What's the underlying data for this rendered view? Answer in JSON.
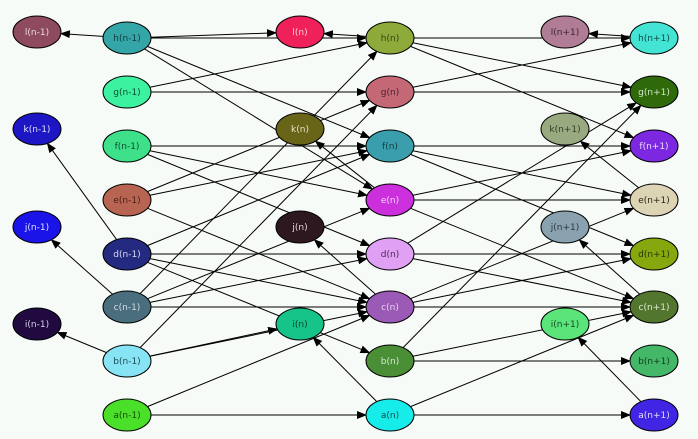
{
  "colors": {
    "background": "#f7fbf7",
    "edge": "#000000"
  },
  "nodes": [
    {
      "id": "l_nm1",
      "label": "l(n-1)",
      "fill": "#8e4a5e",
      "text": "#e8dde0"
    },
    {
      "id": "k_nm1",
      "label": "k(n-1)",
      "fill": "#1c16c4",
      "text": "#dfe0ff"
    },
    {
      "id": "j_nm1",
      "label": "j(n-1)",
      "fill": "#1a14e8",
      "text": "#dfe0ff"
    },
    {
      "id": "i_nm1",
      "label": "i(n-1)",
      "fill": "#200a40",
      "text": "#d8d0e8"
    },
    {
      "id": "h_nm1",
      "label": "h(n-1)",
      "fill": "#35a6a8",
      "text": "#123a3a"
    },
    {
      "id": "g_nm1",
      "label": "g(n-1)",
      "fill": "#3cf2a0",
      "text": "#0e4a2e"
    },
    {
      "id": "f_nm1",
      "label": "f(n-1)",
      "fill": "#3ee08a",
      "text": "#0e4a2e"
    },
    {
      "id": "e_nm1",
      "label": "e(n-1)",
      "fill": "#b86452",
      "text": "#4a2018"
    },
    {
      "id": "d_nm1",
      "label": "d(n-1)",
      "fill": "#242a80",
      "text": "#d8dcf0"
    },
    {
      "id": "c_nm1",
      "label": "c(n-1)",
      "fill": "#4a6e7e",
      "text": "#d0dce2"
    },
    {
      "id": "b_nm1",
      "label": "b(n-1)",
      "fill": "#86e4f4",
      "text": "#1e4a54"
    },
    {
      "id": "a_nm1",
      "label": "a(n-1)",
      "fill": "#4ae02a",
      "text": "#164a0a"
    },
    {
      "id": "l_n",
      "label": "l(n)",
      "fill": "#f0205a",
      "text": "#f8d0dc"
    },
    {
      "id": "k_n",
      "label": "k(n)",
      "fill": "#686418",
      "text": "#e8e6c8"
    },
    {
      "id": "j_n",
      "label": "j(n)",
      "fill": "#2e1820",
      "text": "#e6d8dc"
    },
    {
      "id": "i_n",
      "label": "i(n)",
      "fill": "#16c48a",
      "text": "#0a4230"
    },
    {
      "id": "h_n",
      "label": "h(n)",
      "fill": "#8eaa3a",
      "text": "#344214"
    },
    {
      "id": "g_n",
      "label": "g(n)",
      "fill": "#c46876",
      "text": "#4a2028"
    },
    {
      "id": "f_n",
      "label": "f(n)",
      "fill": "#3a9eac",
      "text": "#123c42"
    },
    {
      "id": "e_n",
      "label": "e(n)",
      "fill": "#cc30dc",
      "text": "#f4d8f8"
    },
    {
      "id": "d_n",
      "label": "d(n)",
      "fill": "#e0a0f4",
      "text": "#4a2856"
    },
    {
      "id": "c_n",
      "label": "c(n)",
      "fill": "#9a5ab6",
      "text": "#e6d6ee"
    },
    {
      "id": "b_n",
      "label": "b(n)",
      "fill": "#4a8e36",
      "text": "#d6ead0"
    },
    {
      "id": "a_n",
      "label": "a(n)",
      "fill": "#16ecea",
      "text": "#0a4a4a"
    },
    {
      "id": "l_np1",
      "label": "l(n+1)",
      "fill": "#b07c96",
      "text": "#3e2432"
    },
    {
      "id": "k_np1",
      "label": "k(n+1)",
      "fill": "#9aaa80",
      "text": "#343c28"
    },
    {
      "id": "j_np1",
      "label": "j(n+1)",
      "fill": "#8aa2b0",
      "text": "#2a3640"
    },
    {
      "id": "i_np1",
      "label": "i(n+1)",
      "fill": "#5ae47a",
      "text": "#164a22"
    },
    {
      "id": "h_np1",
      "label": "h(n+1)",
      "fill": "#44e4d4",
      "text": "#0e4a44"
    },
    {
      "id": "g_np1",
      "label": "g(n+1)",
      "fill": "#2e6a0a",
      "text": "#d4e6c8"
    },
    {
      "id": "f_np1",
      "label": "f(n+1)",
      "fill": "#7c28e0",
      "text": "#ecdcfa"
    },
    {
      "id": "e_np1",
      "label": "e(n+1)",
      "fill": "#dcd4b4",
      "text": "#2a261a"
    },
    {
      "id": "d_np1",
      "label": "d(n+1)",
      "fill": "#86a80e",
      "text": "#2a3806"
    },
    {
      "id": "c_np1",
      "label": "c(n+1)",
      "fill": "#52762e",
      "text": "#dce8d0"
    },
    {
      "id": "b_np1",
      "label": "b(n+1)",
      "fill": "#44b868",
      "text": "#103c1e"
    },
    {
      "id": "a_np1",
      "label": "a(n+1)",
      "fill": "#4026e4",
      "text": "#e0dcfc"
    }
  ],
  "edges": [
    [
      "h_nm1",
      "l_nm1"
    ],
    [
      "h_nm1",
      "h_n"
    ],
    [
      "h_nm1",
      "l_n"
    ],
    [
      "h_nm1",
      "f_n"
    ],
    [
      "h_nm1",
      "e_n"
    ],
    [
      "g_nm1",
      "h_n"
    ],
    [
      "g_nm1",
      "g_n"
    ],
    [
      "f_nm1",
      "f_n"
    ],
    [
      "f_nm1",
      "e_n"
    ],
    [
      "f_nm1",
      "d_n"
    ],
    [
      "e_nm1",
      "g_n"
    ],
    [
      "e_nm1",
      "f_n"
    ],
    [
      "e_nm1",
      "c_n"
    ],
    [
      "d_nm1",
      "k_nm1"
    ],
    [
      "d_nm1",
      "f_n"
    ],
    [
      "d_nm1",
      "d_n"
    ],
    [
      "d_nm1",
      "c_n"
    ],
    [
      "d_nm1",
      "b_n"
    ],
    [
      "c_nm1",
      "j_nm1"
    ],
    [
      "c_nm1",
      "e_n"
    ],
    [
      "c_nm1",
      "d_n"
    ],
    [
      "c_nm1",
      "c_n"
    ],
    [
      "c_nm1",
      "h_n"
    ],
    [
      "b_nm1",
      "i_nm1"
    ],
    [
      "b_nm1",
      "c_n"
    ],
    [
      "b_nm1",
      "i_n"
    ],
    [
      "b_nm1",
      "g_n"
    ],
    [
      "a_nm1",
      "a_n"
    ],
    [
      "a_nm1",
      "c_n"
    ],
    [
      "e_n",
      "k_n"
    ],
    [
      "c_n",
      "j_n"
    ],
    [
      "a_n",
      "i_n"
    ],
    [
      "h_n",
      "l_n"
    ],
    [
      "h_n",
      "h_np1"
    ],
    [
      "h_n",
      "f_np1"
    ],
    [
      "h_n",
      "g_np1"
    ],
    [
      "g_n",
      "h_np1"
    ],
    [
      "g_n",
      "g_np1"
    ],
    [
      "f_n",
      "f_np1"
    ],
    [
      "f_n",
      "e_np1"
    ],
    [
      "f_n",
      "d_np1"
    ],
    [
      "e_n",
      "f_np1"
    ],
    [
      "e_n",
      "e_np1"
    ],
    [
      "e_n",
      "c_np1"
    ],
    [
      "d_n",
      "g_np1"
    ],
    [
      "d_n",
      "d_np1"
    ],
    [
      "d_n",
      "c_np1"
    ],
    [
      "c_n",
      "d_np1"
    ],
    [
      "c_n",
      "e_np1"
    ],
    [
      "c_n",
      "c_np1"
    ],
    [
      "b_n",
      "c_np1"
    ],
    [
      "b_n",
      "b_np1"
    ],
    [
      "b_n",
      "g_np1"
    ],
    [
      "a_n",
      "a_np1"
    ],
    [
      "a_n",
      "c_np1"
    ],
    [
      "h_np1",
      "l_np1"
    ],
    [
      "e_np1",
      "k_np1"
    ],
    [
      "c_np1",
      "j_np1"
    ],
    [
      "a_np1",
      "i_np1"
    ]
  ]
}
